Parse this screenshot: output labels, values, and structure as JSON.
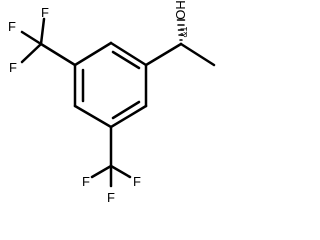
{
  "molecule": {
    "labels": {
      "f_top_left_a": "F",
      "f_top_left_b": "F",
      "f_top_left_c": "F",
      "f_bottom_a": "F",
      "f_bottom_b": "F",
      "f_bottom_c": "F",
      "hydroxyl": "OH",
      "stereo_descriptor": "&1"
    }
  }
}
